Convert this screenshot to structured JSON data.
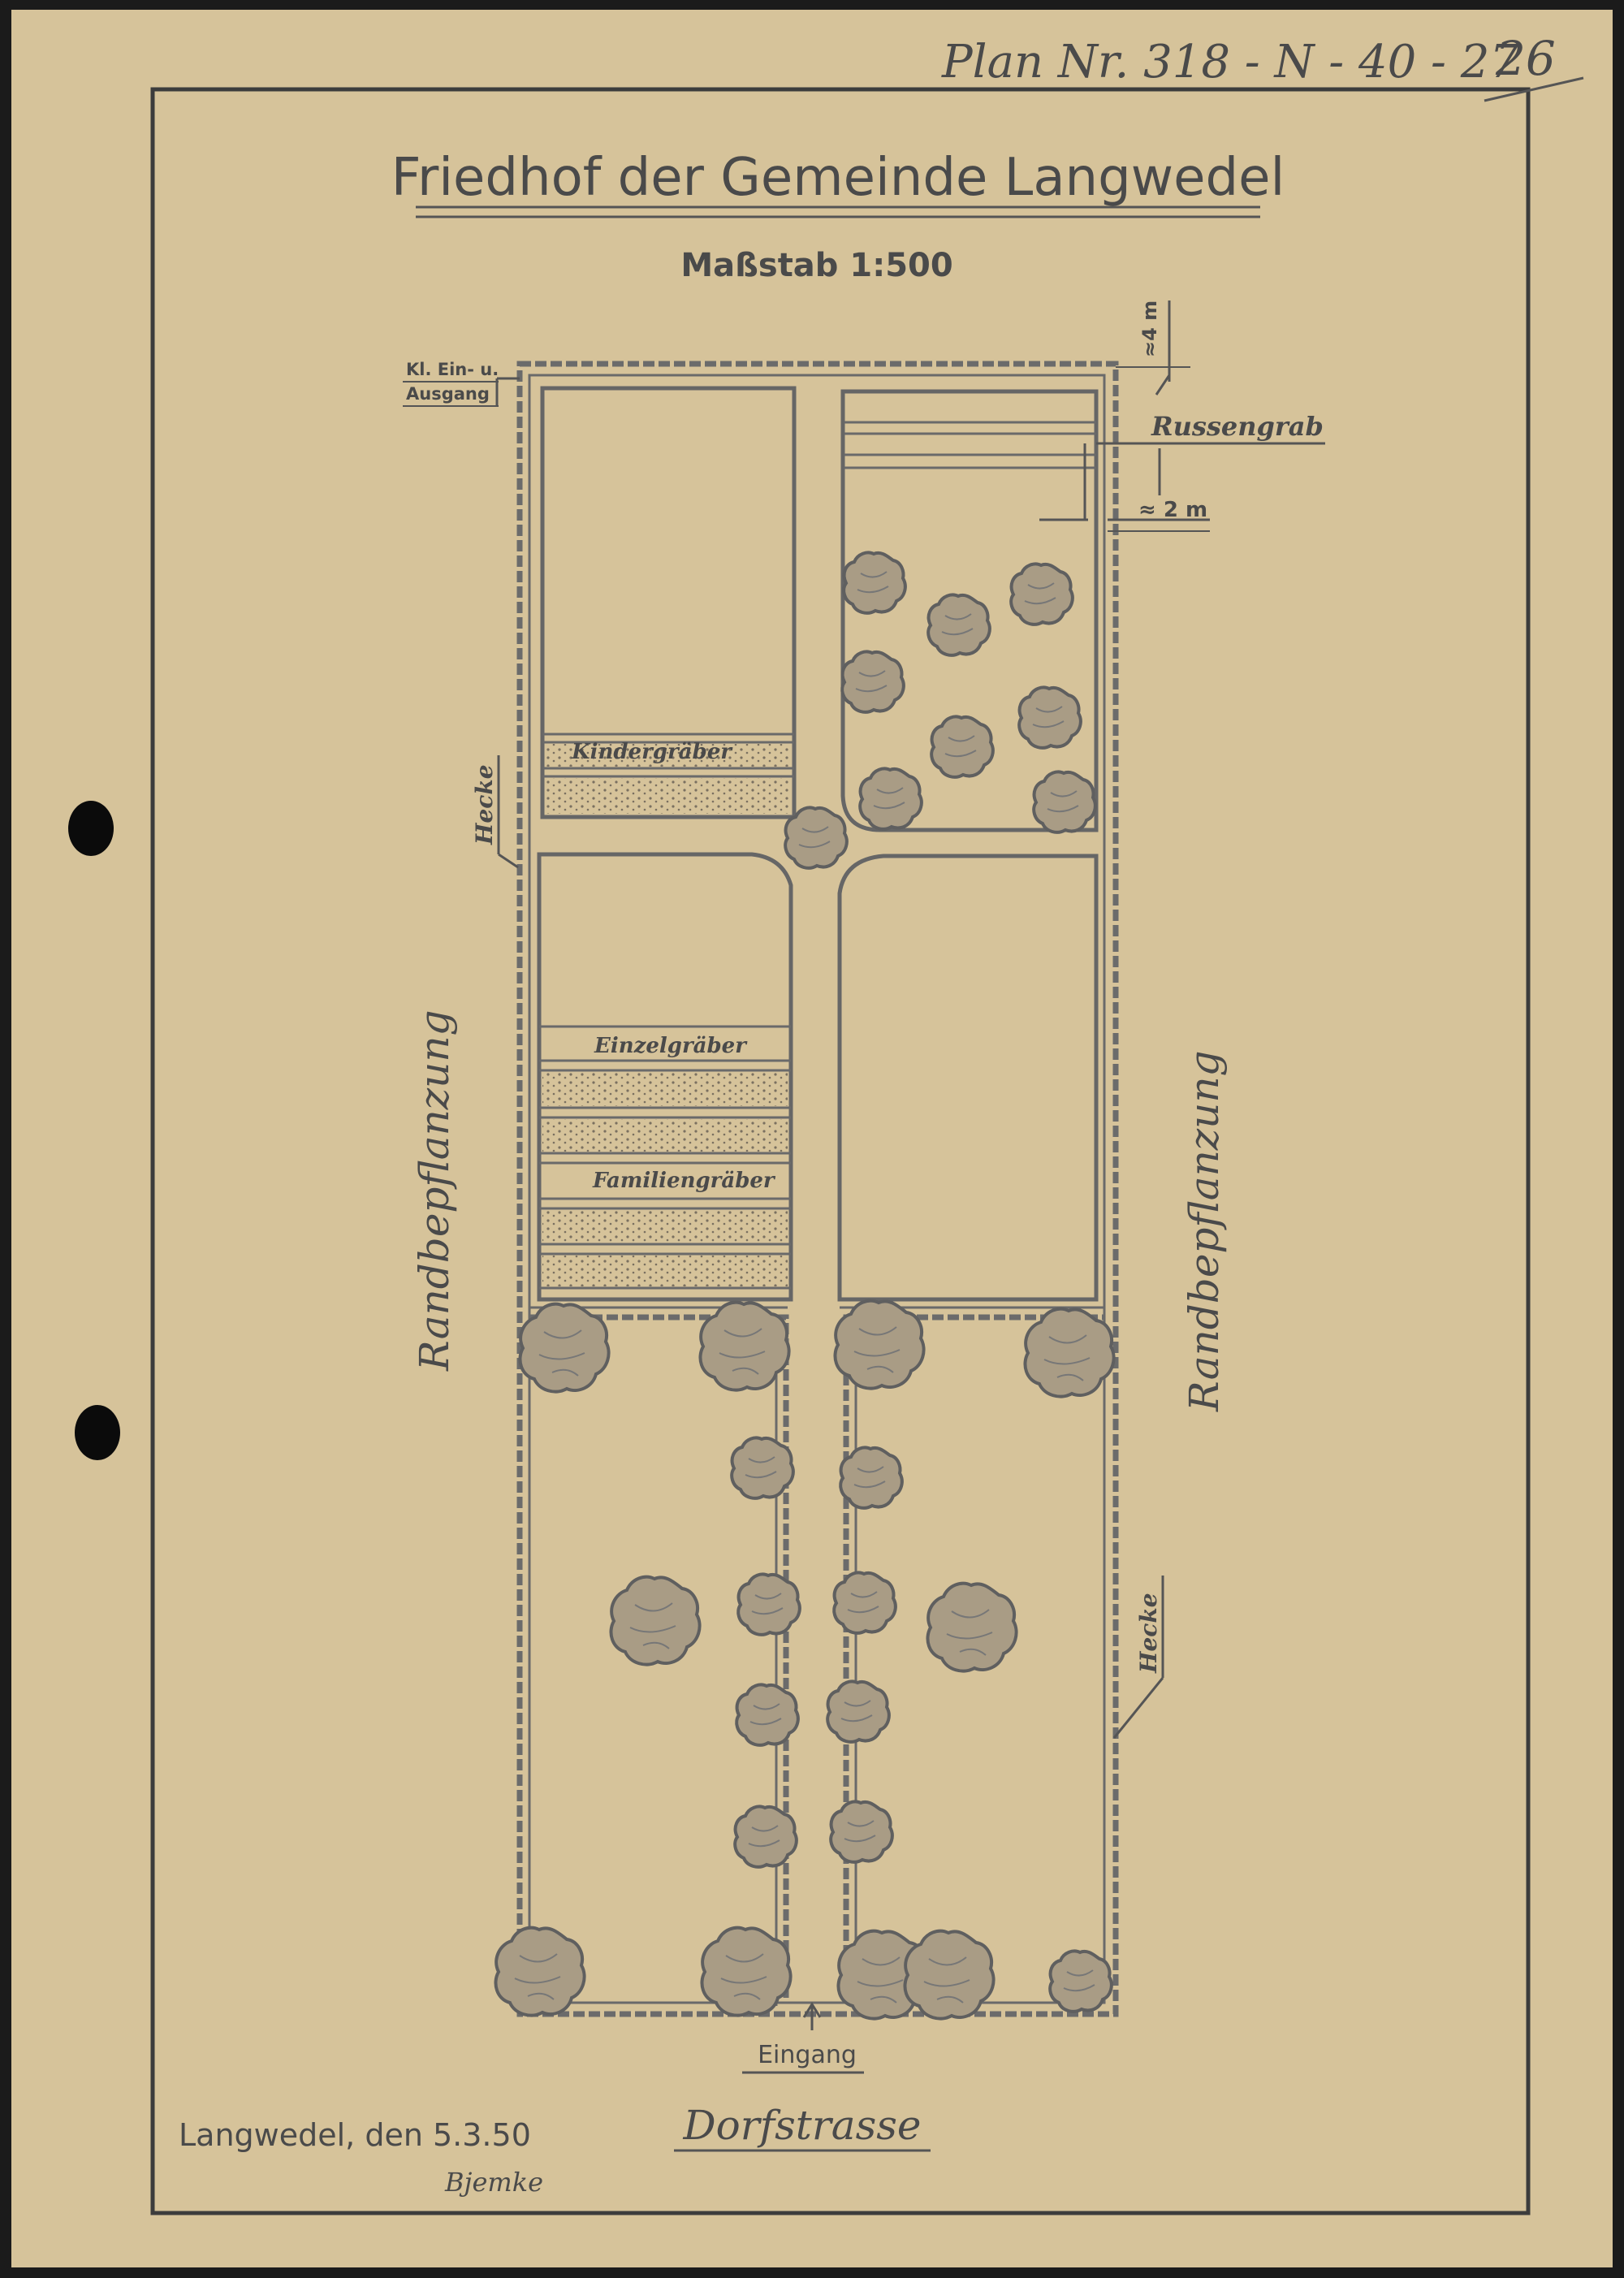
{
  "header": {
    "plan_number": "Plan Nr. 318 - N - 40 - 27",
    "page_number": "26"
  },
  "title": "Friedhof der Gemeinde Langwedel",
  "scale": "Maßstab 1:500",
  "labels": {
    "side_entrance_line1": "Kl. Ein- u.",
    "side_entrance_line2": "Ausgang",
    "width_4m": "≈4 m",
    "russengrab": "Russengrab",
    "width_2m": "≈ 2 m",
    "hecke_left": "Hecke",
    "hecke_right": "Hecke",
    "kindergraeber": "Kindergräber",
    "einzelgraeber": "Einzelgräber",
    "familiengraeber": "Familiengräber",
    "randbepflanzung_left": "Randbepflanzung",
    "randbepflanzung_right": "Randbepflanzung",
    "eingang": "Eingang",
    "street": "Dorfstrasse"
  },
  "footer": {
    "place_date": "Langwedel, den 5.3.50",
    "signature": "Bjemke"
  },
  "colors": {
    "paper": "#d9c79f",
    "paper_edge": "#cdb98f",
    "ink": "#4a4a4a",
    "frame": "#3c3c3c",
    "punch_hole": "#0b0b0b"
  }
}
